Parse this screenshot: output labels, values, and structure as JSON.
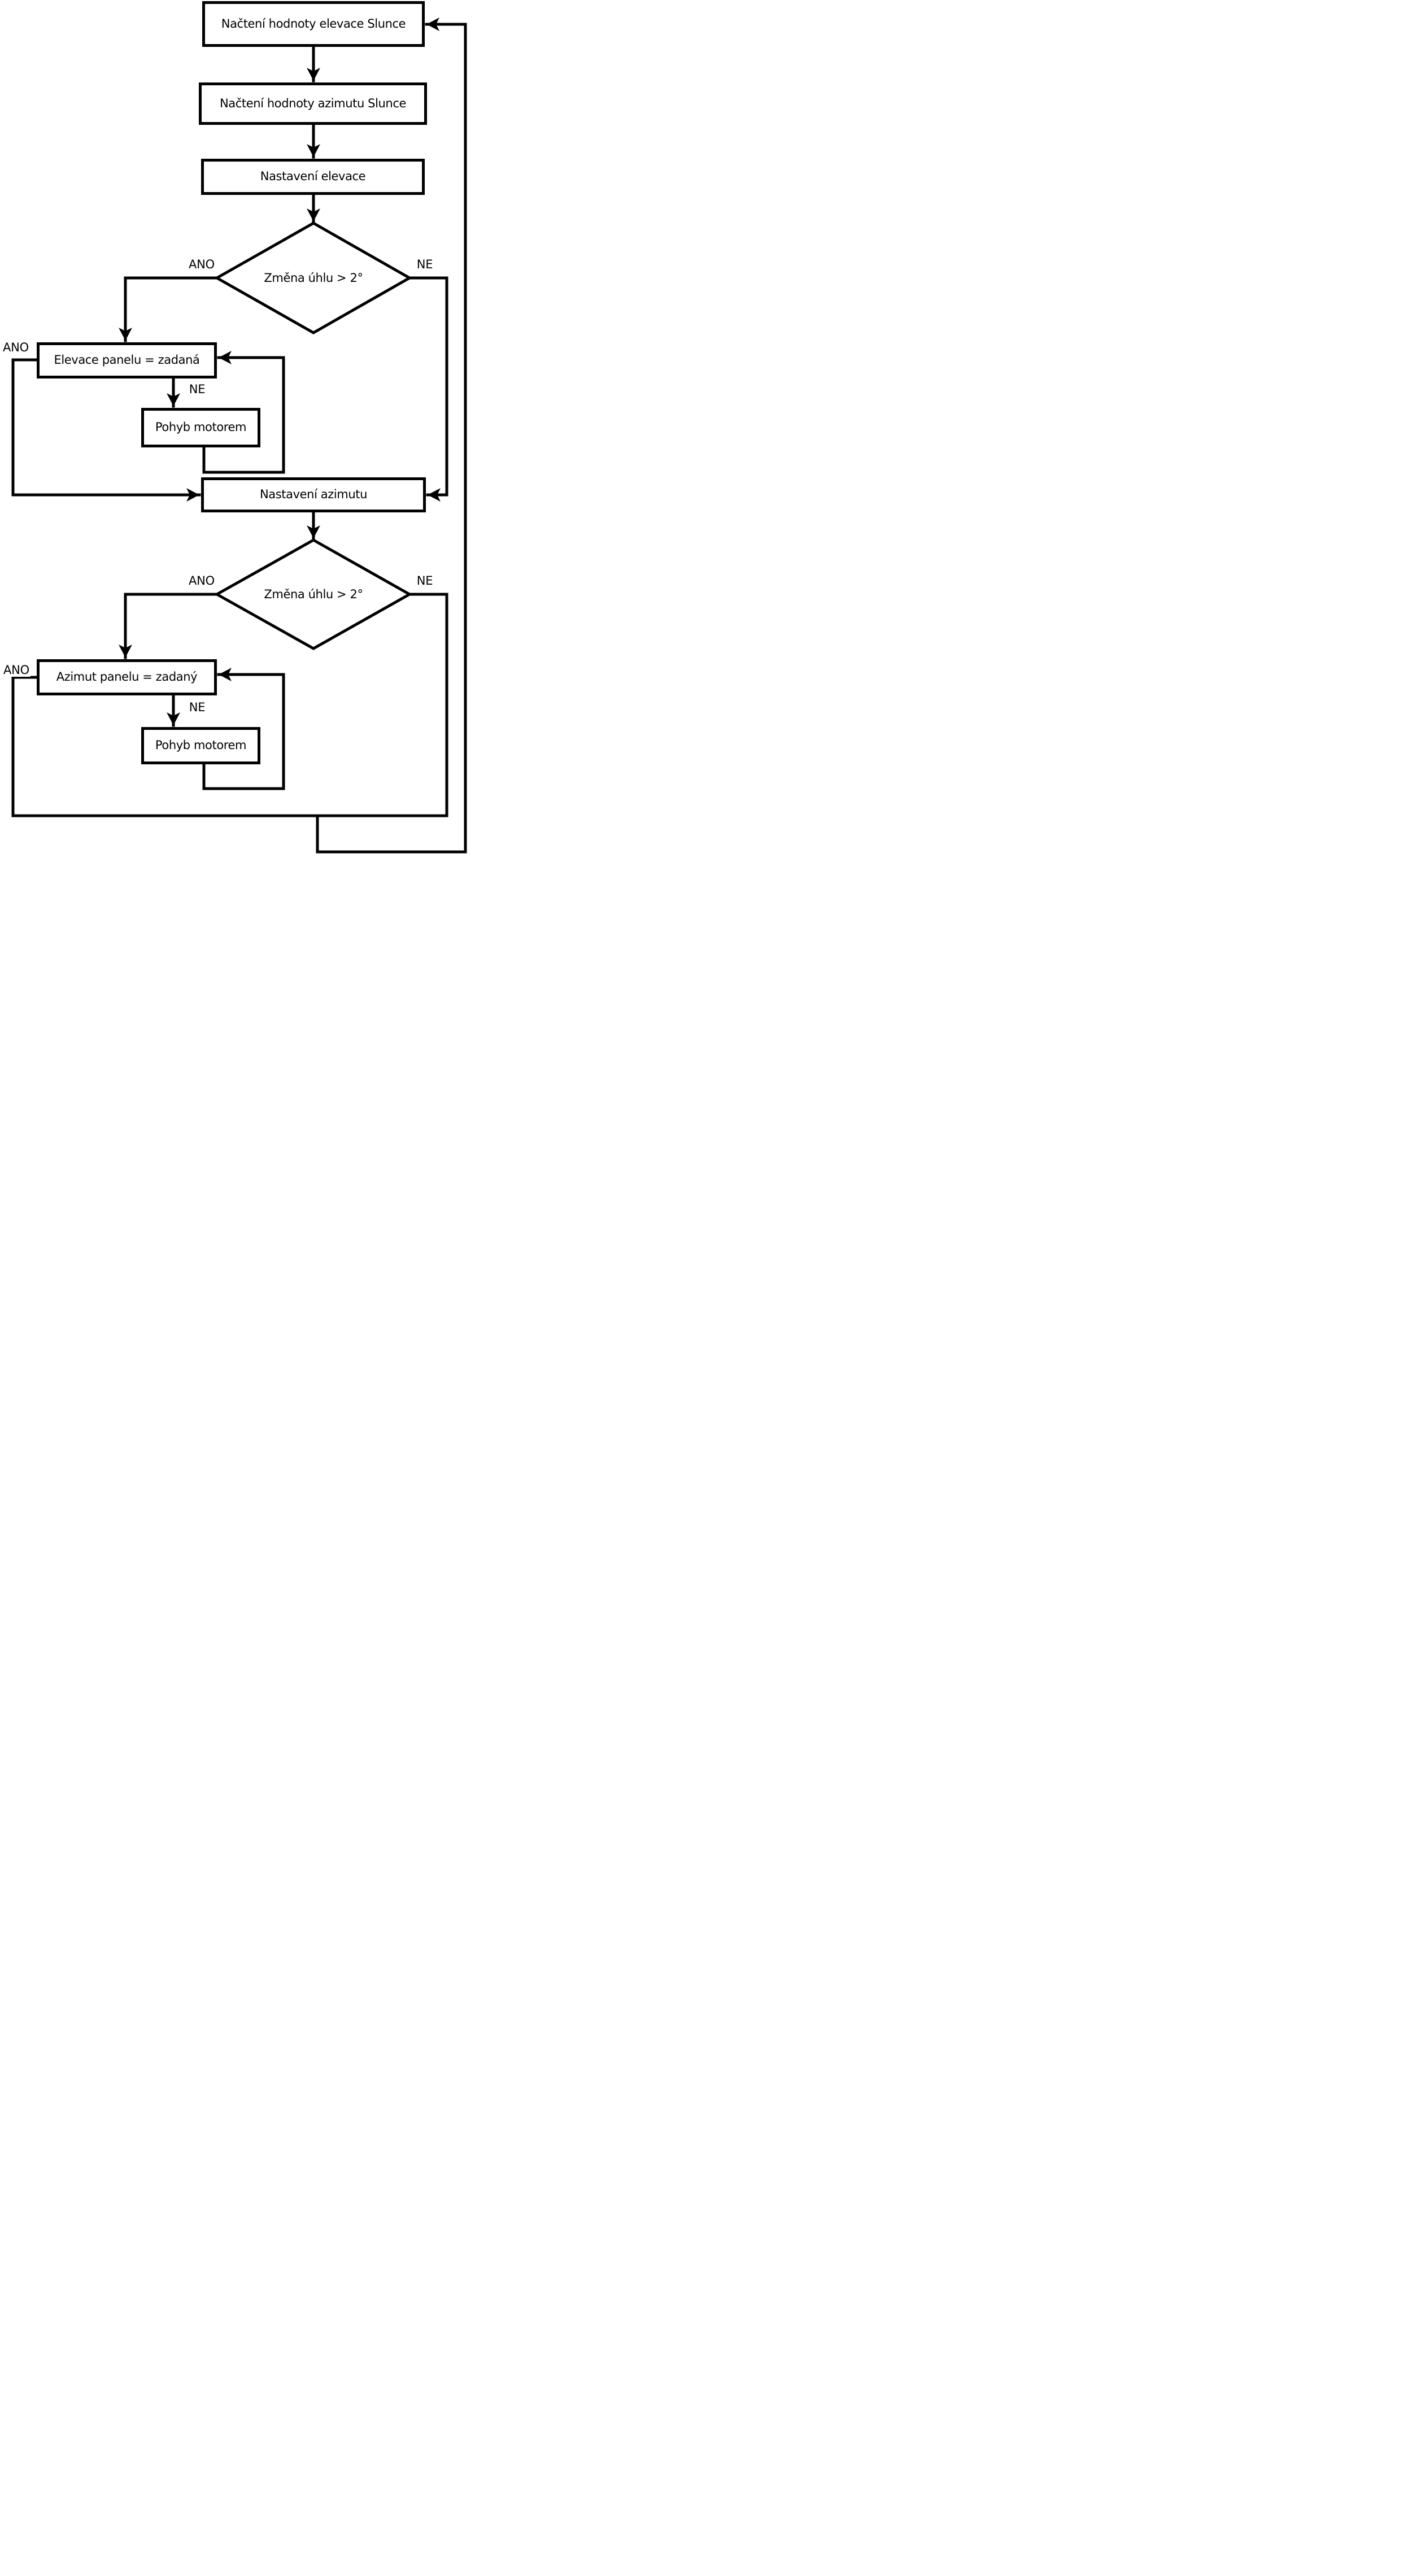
{
  "diagram": {
    "type": "flowchart",
    "language": "cs",
    "colors": {
      "line": "#000000",
      "background": "#ffffff",
      "text": "#000000"
    },
    "nodes": {
      "load_elevation": {
        "type": "process",
        "label": "Načtení hodnoty elevace Slunce"
      },
      "load_azimuth": {
        "type": "process",
        "label": "Načtení hodnoty azimutu Slunce"
      },
      "set_elevation": {
        "type": "process",
        "label": "Nastavení elevace"
      },
      "elevation_decision": {
        "type": "decision",
        "label": "Změna úhlu > 2°"
      },
      "elevation_equal": {
        "type": "process",
        "label": "Elevace panelu = zadaná"
      },
      "elevation_motor": {
        "type": "process",
        "label": "Pohyb motorem"
      },
      "set_azimuth": {
        "type": "process",
        "label": "Nastavení azimutu"
      },
      "azimuth_decision": {
        "type": "decision",
        "label": "Změna úhlu > 2°"
      },
      "azimuth_equal": {
        "type": "process",
        "label": "Azimut panelu = zadaný"
      },
      "azimuth_motor": {
        "type": "process",
        "label": "Pohyb motorem"
      }
    },
    "branch_labels": {
      "yes": "ANO",
      "no": "NE"
    }
  }
}
